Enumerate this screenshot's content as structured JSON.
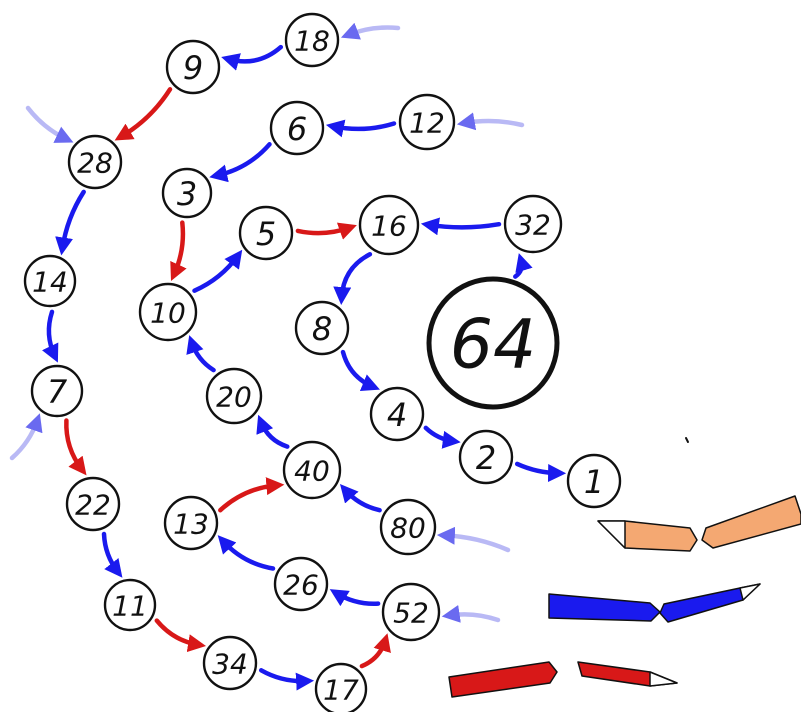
{
  "colors": {
    "blue": "#1a1aee",
    "red": "#d81818",
    "orange": "#f4a872",
    "ink": "#111111",
    "fade": "#b9b9f5"
  },
  "center": {
    "id": "n64",
    "label": "64"
  },
  "nodes": [
    {
      "id": "n18",
      "label": "18"
    },
    {
      "id": "n9",
      "label": "9"
    },
    {
      "id": "n28",
      "label": "28"
    },
    {
      "id": "n14",
      "label": "14"
    },
    {
      "id": "n7",
      "label": "7"
    },
    {
      "id": "n22",
      "label": "22"
    },
    {
      "id": "n11",
      "label": "11"
    },
    {
      "id": "n34",
      "label": "34"
    },
    {
      "id": "n17",
      "label": "17"
    },
    {
      "id": "n52",
      "label": "52"
    },
    {
      "id": "n26",
      "label": "26"
    },
    {
      "id": "n13",
      "label": "13"
    },
    {
      "id": "n40",
      "label": "40"
    },
    {
      "id": "n80",
      "label": "80"
    },
    {
      "id": "n20",
      "label": "20"
    },
    {
      "id": "n10",
      "label": "10"
    },
    {
      "id": "n3",
      "label": "3"
    },
    {
      "id": "n6",
      "label": "6"
    },
    {
      "id": "n12",
      "label": "12"
    },
    {
      "id": "n5",
      "label": "5"
    },
    {
      "id": "n16",
      "label": "16"
    },
    {
      "id": "n32",
      "label": "32"
    },
    {
      "id": "n8",
      "label": "8"
    },
    {
      "id": "n4",
      "label": "4"
    },
    {
      "id": "n2",
      "label": "2"
    },
    {
      "id": "n1",
      "label": "1"
    }
  ],
  "edges": [
    {
      "from": "n18",
      "to": "n9",
      "color": "blue"
    },
    {
      "from": "n9",
      "to": "n28",
      "color": "red"
    },
    {
      "from": "n28",
      "to": "n14",
      "color": "blue"
    },
    {
      "from": "n14",
      "to": "n7",
      "color": "blue"
    },
    {
      "from": "n7",
      "to": "n22",
      "color": "red"
    },
    {
      "from": "n22",
      "to": "n11",
      "color": "blue"
    },
    {
      "from": "n11",
      "to": "n34",
      "color": "red"
    },
    {
      "from": "n34",
      "to": "n17",
      "color": "blue"
    },
    {
      "from": "n17",
      "to": "n52",
      "color": "red"
    },
    {
      "from": "n52",
      "to": "n26",
      "color": "blue"
    },
    {
      "from": "n26",
      "to": "n13",
      "color": "blue"
    },
    {
      "from": "n13",
      "to": "n40",
      "color": "red"
    },
    {
      "from": "n80",
      "to": "n40",
      "color": "blue"
    },
    {
      "from": "n40",
      "to": "n20",
      "color": "blue"
    },
    {
      "from": "n20",
      "to": "n10",
      "color": "blue"
    },
    {
      "from": "n12",
      "to": "n6",
      "color": "blue"
    },
    {
      "from": "n6",
      "to": "n3",
      "color": "blue"
    },
    {
      "from": "n3",
      "to": "n10",
      "color": "red"
    },
    {
      "from": "n10",
      "to": "n5",
      "color": "blue"
    },
    {
      "from": "n5",
      "to": "n16",
      "color": "red"
    },
    {
      "from": "n32",
      "to": "n16",
      "color": "blue"
    },
    {
      "from": "n64",
      "to": "n32",
      "color": "blue"
    },
    {
      "from": "n16",
      "to": "n8",
      "color": "blue"
    },
    {
      "from": "n8",
      "to": "n4",
      "color": "blue"
    },
    {
      "from": "n4",
      "to": "n2",
      "color": "blue"
    },
    {
      "from": "n2",
      "to": "n1",
      "color": "blue"
    }
  ],
  "incoming": [
    {
      "to": "n18"
    },
    {
      "to": "n28"
    },
    {
      "to": "n12"
    },
    {
      "to": "n7"
    },
    {
      "to": "n80"
    },
    {
      "to": "n52"
    }
  ],
  "pencils": [
    {
      "name": "orange-pencil",
      "color": "orange"
    },
    {
      "name": "blue-pencil",
      "color": "blue"
    },
    {
      "name": "red-pencil",
      "color": "red"
    }
  ]
}
